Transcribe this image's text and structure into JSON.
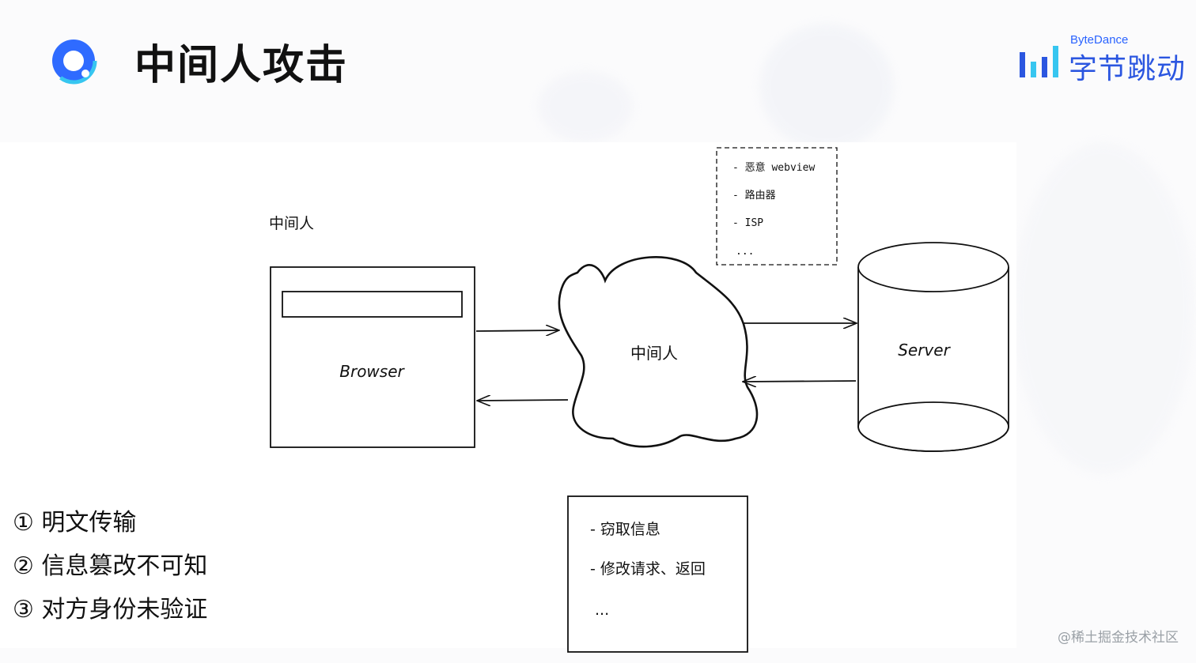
{
  "slide": {
    "title": "中间人攻击",
    "brand_en": "ByteDance",
    "brand_cn": "字节跳动",
    "watermark": "@稀土掘金技术社区"
  },
  "diagram": {
    "mitm_label": "中间人",
    "browser_label": "Browser",
    "cloud_label": "中间人",
    "server_label": "Server",
    "sources_note": [
      "- 恶意 webview",
      "- 路由器",
      "- ISP",
      "..."
    ],
    "threats_note": [
      "- 窃取信息",
      "- 修改请求、返回",
      "..."
    ]
  },
  "points": [
    "① 明文传输",
    "② 信息篡改不可知",
    "③ 对方身份未验证"
  ],
  "colors": {
    "brand_blue": "#2b56e0",
    "logo_blue": "#2f6bff",
    "logo_cyan": "#37c6f0"
  }
}
